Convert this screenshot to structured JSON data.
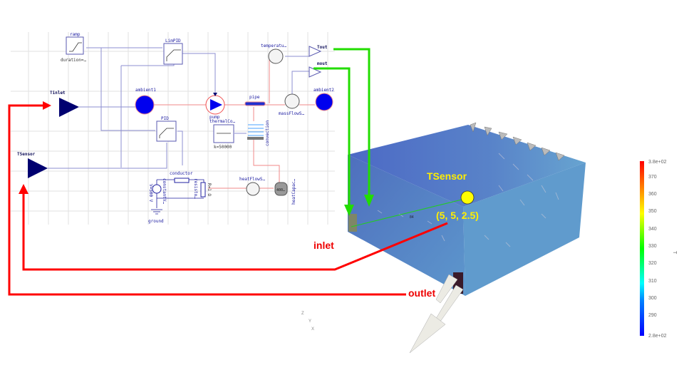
{
  "modelica_diagram": {
    "blocks": {
      "ramp": "ramp",
      "ramp_param": "duration=…",
      "limpid": "LimPID",
      "tinlet": "Tinlet",
      "ambient1": "ambient1",
      "pump": "pump",
      "thermal_conductor": "thermalCo…",
      "pipe": "pipe",
      "temperature": "temperatu…",
      "tout": "Tout",
      "mout": "mout",
      "mass_flow": "massFlowS…",
      "ambient2": "ambient2",
      "pid": "PID",
      "const_param": "k=50000",
      "convection": "convection",
      "tsensor": "TSensor",
      "conductor": "conductor",
      "constant_voltage": "constantV…",
      "voltage_param": "V=500 V",
      "resistor": "resisto…",
      "resistor_param": "R=1 Ω",
      "heat_flow": "heatFlowS…",
      "heat_capacitor": "heatCapac…",
      "heat_capacitor_value": "400…",
      "ground": "ground"
    }
  },
  "annotations": {
    "inlet": "inlet",
    "outlet": "outlet",
    "tsensor": "TSensor",
    "tsensor_coords": "(5, 5, 2.5)",
    "small_label": "84"
  },
  "axes_triad": {
    "z": "Z",
    "y": "Y",
    "x": "X"
  },
  "colorbar": {
    "title": "T",
    "max_label": "3.8e+02",
    "min_label": "2.8e+02",
    "ticks": [
      "370",
      "360",
      "350",
      "340",
      "330",
      "320",
      "310",
      "300",
      "290"
    ],
    "range": [
      280,
      380
    ]
  },
  "colors": {
    "arrow_red": "#ff0000",
    "arrow_green": "#22dd00",
    "block_blue": "#000080",
    "sensor_yellow": "#ffff00"
  }
}
